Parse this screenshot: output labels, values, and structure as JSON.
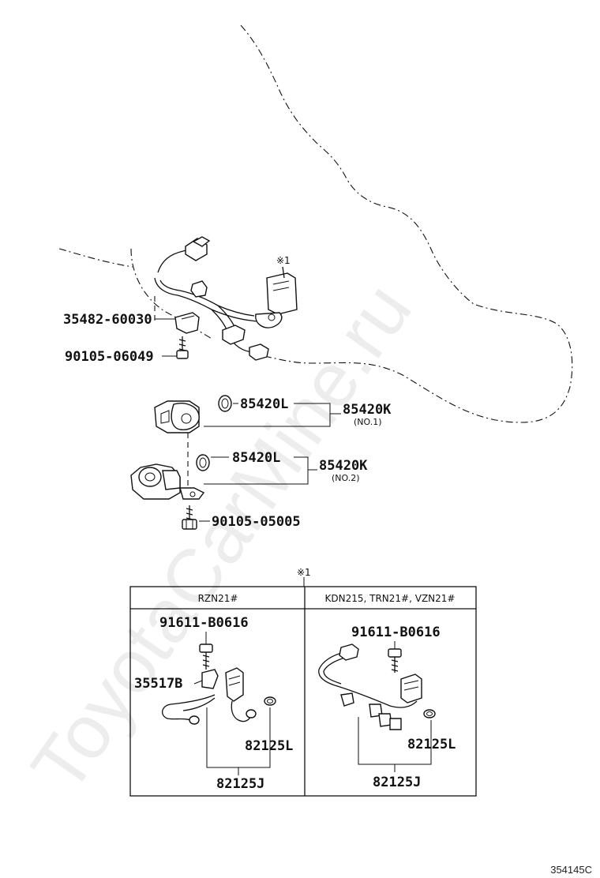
{
  "parts": {
    "bracket": "35482-60030",
    "bolt_top": "90105-06049",
    "sensor_no1_oring": "85420L",
    "sensor_no1": "85420K",
    "sensor_no1_note": "(NO.1)",
    "sensor_no2_oring": "85420L",
    "sensor_no2": "85420K",
    "sensor_no2_note": "(NO.2)",
    "bolt_mid": "90105-05005"
  },
  "callout": {
    "marker_top": "※1",
    "marker_table": "※1"
  },
  "table": {
    "left": {
      "header": "RZN21#",
      "bolt": "91611-B0616",
      "bracket": "35517B",
      "clamp": "82125L",
      "harness": "82125J"
    },
    "right": {
      "header": "KDN215, TRN21#, VZN21#",
      "bolt": "91611-B0616",
      "clamp": "82125L",
      "harness": "82125J"
    }
  },
  "reference_code": "354145C",
  "watermark": "ToyotaCarMine.ru",
  "icons": [
    "transmission-housing-outline",
    "wire-harness",
    "speed-sensor",
    "o-ring",
    "bolt",
    "bracket",
    "connector"
  ]
}
